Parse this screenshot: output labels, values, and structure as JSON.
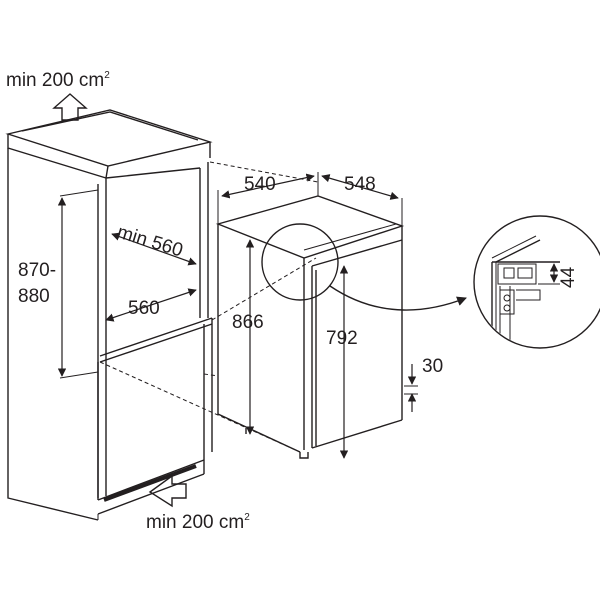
{
  "labels": {
    "vent_top_prefix": "min 200 cm",
    "vent_top_sup": "2",
    "vent_bottom_prefix": "min 200 cm",
    "vent_bottom_sup": "2",
    "niche_height_line1": "870-",
    "niche_height_line2": "880",
    "niche_depth": "min 560",
    "niche_width": "560",
    "appliance_width": "540",
    "appliance_depth": "548",
    "appliance_height": "866",
    "door_height": "792",
    "gap": "30",
    "detail_dim": "44"
  }
}
